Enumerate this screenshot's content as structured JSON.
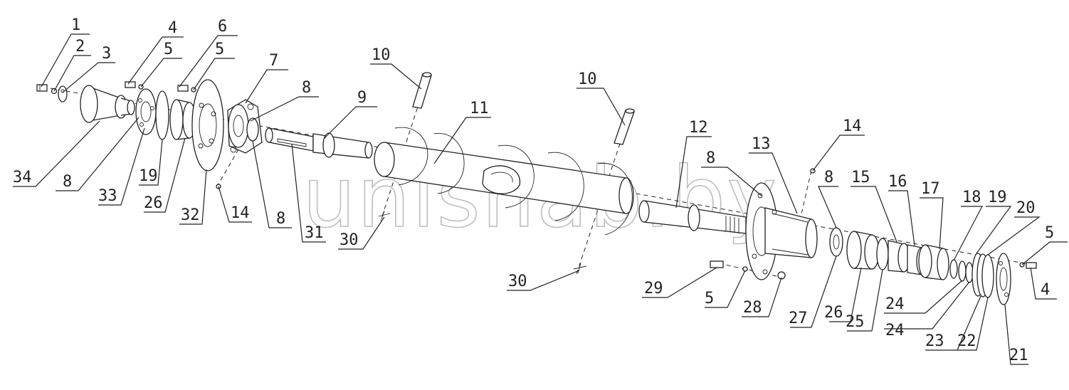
{
  "watermark": "unishab.by",
  "callouts": [
    {
      "id": "c1",
      "text": "1"
    },
    {
      "id": "c2",
      "text": "2"
    },
    {
      "id": "c3",
      "text": "3"
    },
    {
      "id": "c4a",
      "text": "4"
    },
    {
      "id": "c5a",
      "text": "5"
    },
    {
      "id": "c6",
      "text": "6"
    },
    {
      "id": "c5b",
      "text": "5"
    },
    {
      "id": "c7",
      "text": "7"
    },
    {
      "id": "c8a",
      "text": "8"
    },
    {
      "id": "c9",
      "text": "9"
    },
    {
      "id": "c10a",
      "text": "10"
    },
    {
      "id": "c11",
      "text": "11"
    },
    {
      "id": "c10b",
      "text": "10"
    },
    {
      "id": "c12",
      "text": "12"
    },
    {
      "id": "c14a",
      "text": "14"
    },
    {
      "id": "c13",
      "text": "13"
    },
    {
      "id": "c8b",
      "text": "8"
    },
    {
      "id": "c8c",
      "text": "8"
    },
    {
      "id": "c15",
      "text": "15"
    },
    {
      "id": "c16",
      "text": "16"
    },
    {
      "id": "c17",
      "text": "17"
    },
    {
      "id": "c18",
      "text": "18"
    },
    {
      "id": "c19a",
      "text": "19"
    },
    {
      "id": "c20",
      "text": "20"
    },
    {
      "id": "c5c",
      "text": "5"
    },
    {
      "id": "c4b",
      "text": "4"
    },
    {
      "id": "c34",
      "text": "34"
    },
    {
      "id": "c8d",
      "text": "8"
    },
    {
      "id": "c33",
      "text": "33"
    },
    {
      "id": "c19b",
      "text": "19"
    },
    {
      "id": "c26a",
      "text": "26"
    },
    {
      "id": "c32",
      "text": "32"
    },
    {
      "id": "c14b",
      "text": "14"
    },
    {
      "id": "c8e",
      "text": "8"
    },
    {
      "id": "c31",
      "text": "31"
    },
    {
      "id": "c30a",
      "text": "30"
    },
    {
      "id": "c30b",
      "text": "30"
    },
    {
      "id": "c29",
      "text": "29"
    },
    {
      "id": "c5d",
      "text": "5"
    },
    {
      "id": "c28",
      "text": "28"
    },
    {
      "id": "c27",
      "text": "27"
    },
    {
      "id": "c26b",
      "text": "26"
    },
    {
      "id": "c25",
      "text": "25"
    },
    {
      "id": "c24a",
      "text": "24"
    },
    {
      "id": "c24b",
      "text": "24"
    },
    {
      "id": "c23",
      "text": "23"
    },
    {
      "id": "c22",
      "text": "22"
    },
    {
      "id": "c21",
      "text": "21"
    }
  ]
}
